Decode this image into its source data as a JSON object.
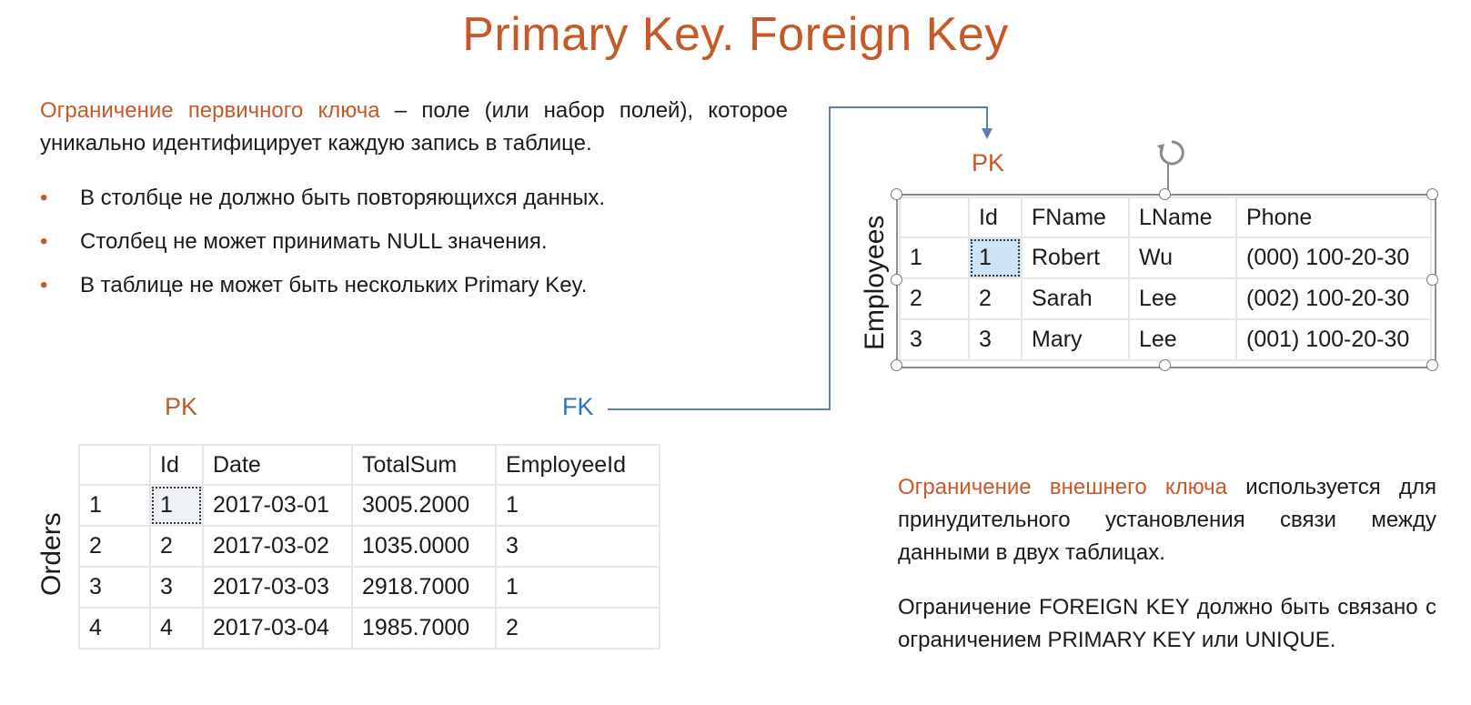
{
  "title": "Primary Key. Foreign Key",
  "pk_definition": {
    "term": "Ограничение первичного ключа",
    "text": " – поле (или набор полей), которое уникально идентифицирует каждую запись в таблице."
  },
  "bullets": [
    "В столбце не должно быть повторяющихся данных.",
    "Столбец не может принимать NULL значения.",
    "В таблице не может быть нескольких Primary Key."
  ],
  "bullet_symbol": "•",
  "employees_pk_label": "PK",
  "orders_pk_label": "PK",
  "fk_label": "FK",
  "employees_table": {
    "name": "Employees",
    "columns": [
      "",
      "Id",
      "FName",
      "LName",
      "Phone"
    ],
    "rows": [
      [
        "1",
        "1",
        "Robert",
        "Wu",
        "(000) 100-20-30"
      ],
      [
        "2",
        "2",
        "Sarah",
        "Lee",
        "(002) 100-20-30"
      ],
      [
        "3",
        "3",
        "Mary",
        "Lee",
        "(001) 100-20-30"
      ]
    ]
  },
  "orders_table": {
    "name": "Orders",
    "columns": [
      "",
      "Id",
      "Date",
      "TotalSum",
      "EmployeeId"
    ],
    "rows": [
      [
        "1",
        "1",
        "2017-03-01",
        "3005.2000",
        "1"
      ],
      [
        "2",
        "2",
        "2017-03-02",
        "1035.0000",
        "3"
      ],
      [
        "3",
        "3",
        "2017-03-03",
        "2918.7000",
        "1"
      ],
      [
        "4",
        "4",
        "2017-03-04",
        "1985.7000",
        "2"
      ]
    ]
  },
  "fk_definition": {
    "term": "Ограничение внешнего ключа",
    "text": " используется для принудительного установления связи между данными в двух таблицах."
  },
  "fk_note": "Ограничение FOREIGN KEY должно быть связано с ограничением PRIMARY KEY или UNIQUE.",
  "colors": {
    "accent": "#c55a28",
    "fk": "#2e75b6",
    "connector": "#5b7fb5"
  }
}
